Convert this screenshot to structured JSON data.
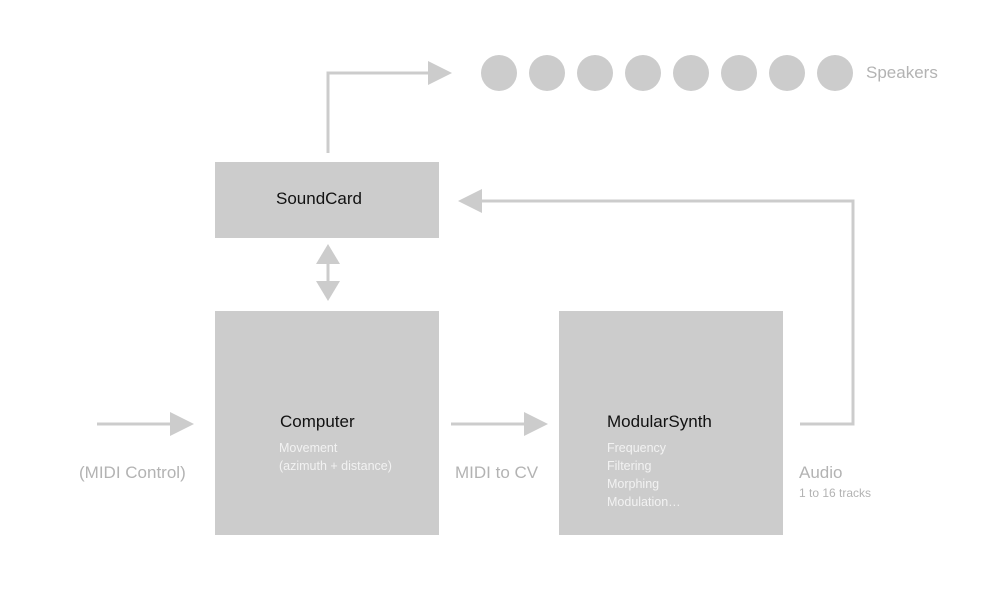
{
  "colors": {
    "box_fill": "#cccccc",
    "connector": "#cccccc",
    "label_text": "#b3b3b3",
    "title_text": "#111111",
    "box_subtext": "#f2f2f2"
  },
  "speakers": {
    "label": "Speakers",
    "count": 8,
    "icon": "speaker-circle"
  },
  "soundcard": {
    "title": "SoundCard"
  },
  "computer": {
    "title": "Computer",
    "lines": [
      "Movement",
      "(azimuth + distance)"
    ]
  },
  "modular_synth": {
    "title": "ModularSynth",
    "lines": [
      "Frequency",
      "Filtering",
      "Morphing",
      "Modulation…"
    ]
  },
  "labels": {
    "midi_control": "(MIDI Control)",
    "midi_to_cv": "MIDI to CV",
    "audio": "Audio",
    "audio_tracks": "1 to 16 tracks"
  }
}
